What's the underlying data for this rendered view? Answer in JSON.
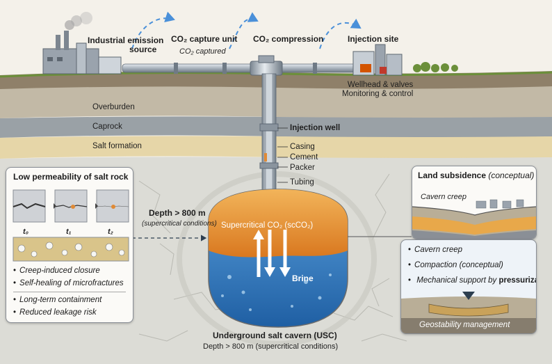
{
  "top": {
    "emission_l1": "Industrial emission",
    "emission_l2": "source",
    "capture_unit": "CO₂ capture unit",
    "captured": "CO₂ captured",
    "compression": "CO₂ compression",
    "injection_site": "Injection site"
  },
  "wellhead": {
    "line1": "Wellhead & valves",
    "line2": "Monitoring & control"
  },
  "strata": {
    "overburden": "Overburden",
    "caprock": "Caprock",
    "salt": "Salt formation"
  },
  "well": {
    "injection_well": "Injection well",
    "casing": "Casing",
    "cement": "Cement",
    "packer": "Packer",
    "tubing": "Tubing"
  },
  "depth": {
    "main": "Depth > 800 m",
    "sub": "(supercritical conditions)"
  },
  "cavern": {
    "sc_label": "Supercritical CO₂ (scCO₂)",
    "brine": "Brine",
    "title": "Underground salt cavern (USC)",
    "depth_line": "Depth > 800 m (supercritical conditions)"
  },
  "left_panel": {
    "title": "Low permeability of salt rock",
    "t0": "t₀",
    "t1": "t₁",
    "t2": "t₂",
    "bullets1": [
      "Creep-induced closure",
      "Self-healing of microfractures"
    ],
    "bullets2": [
      "Long-term containment",
      "Reduced leakage risk"
    ]
  },
  "right_top": {
    "title": "Land subsidence",
    "title_note": "(conceptual)",
    "creep_label": "Cavern creep"
  },
  "right_bottom": {
    "b1": "Cavern creep",
    "b2": "Compaction (conceptual)",
    "b3_a": "Mechanical support by",
    "b3_b": "pressurization",
    "footer": "Geostability management"
  },
  "colors": {
    "sky": "#f4f1ea",
    "overburden": "#c2b9a6",
    "caprock": "#9aa1a6",
    "salt": "#e6d6a8",
    "rock": "#dcdcd6",
    "co2": "#e89a2f",
    "brine": "#3f86c7",
    "pipe": "#b3bcc4",
    "arrow": "#4a90d9"
  }
}
